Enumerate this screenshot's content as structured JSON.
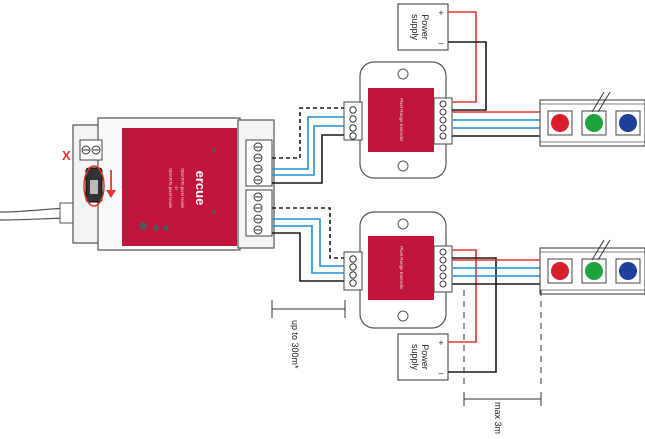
{
  "colors": {
    "red_panel": "#c0143c",
    "wire_red": "#e0362d",
    "wire_blue": "#1b8fd0",
    "wire_black": "#1a1a1a",
    "led_red": "#d81e2c",
    "led_green": "#1fa33e",
    "led_blue": "#1f3f9a",
    "marker_red": "#e0362d"
  },
  "node": {
    "brand": "ercue",
    "title_line1": "SMARTs pixel Node",
    "title_line2": "or",
    "title_line3": "SMARTs pixel Node",
    "marker": "X"
  },
  "extenders": [
    {
      "label": "Pixel Range Extender"
    },
    {
      "label": "Pixel Range Extender"
    }
  ],
  "power_supplies": [
    {
      "line1": "Power",
      "line2": "supply",
      "plus": "+",
      "minus": "–"
    },
    {
      "line1": "Power",
      "line2": "supply",
      "plus": "+",
      "minus": "–"
    }
  ],
  "dimensions": {
    "node_to_extender": "up to 300m*",
    "extender_to_strip": "max 3m"
  }
}
